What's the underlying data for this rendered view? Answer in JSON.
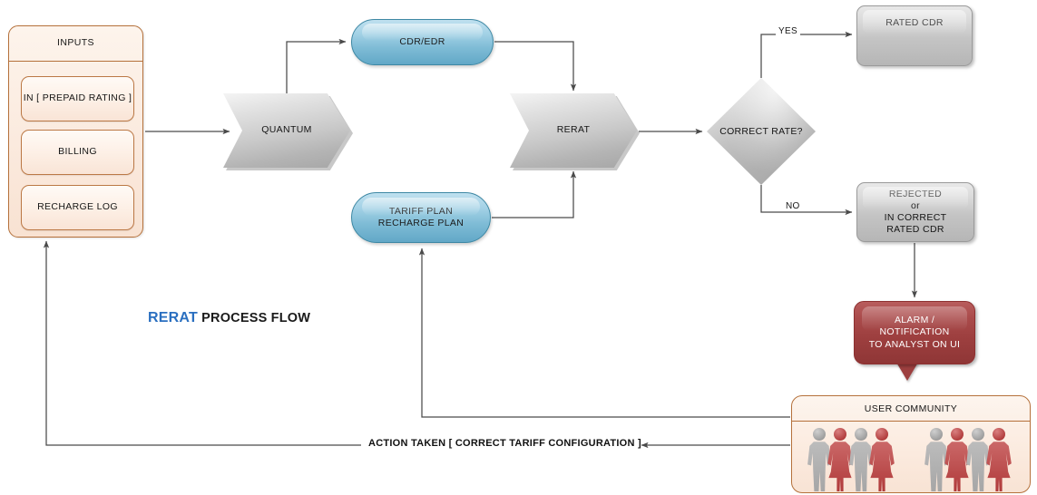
{
  "diagram": {
    "title_accent": "RERAT",
    "title_rest": " PROCESS FLOW",
    "action_text": "ACTION TAKEN [ CORRECT TARIFF CONFIGURATION ]"
  },
  "inputs_panel": {
    "title": "INPUTS",
    "items": [
      {
        "label": "IN [ PREPAID RATING ]"
      },
      {
        "label": "BILLING"
      },
      {
        "label": "RECHARGE LOG"
      }
    ]
  },
  "nodes": {
    "quantum": {
      "label": "QUANTUM"
    },
    "cdr_edr": {
      "label": "CDR/EDR"
    },
    "tariff_plan": {
      "line1": "TARIFF PLAN",
      "line2": "RECHARGE PLAN"
    },
    "rerat": {
      "label": "RERAT"
    },
    "decision": {
      "label": "CORRECT RATE?"
    },
    "rated_cdr": {
      "label": "RATED CDR"
    },
    "rejected_cdr": {
      "line1": "REJECTED",
      "line2": "or",
      "line3": "IN CORRECT",
      "line4": "RATED CDR"
    },
    "alarm": {
      "line1": "ALARM /",
      "line2": "NOTIFICATION",
      "line3": "TO ANALYST ON UI"
    }
  },
  "user_community": {
    "title": "USER COMMUNITY",
    "groups": [
      {
        "people": [
          "male",
          "female",
          "male",
          "female"
        ]
      },
      {
        "people": [
          "male",
          "female",
          "male",
          "female"
        ]
      }
    ]
  },
  "edge_labels": {
    "yes": "YES",
    "no": "NO"
  },
  "colors": {
    "accent_blue": "#2a6fc0",
    "node_blue": "#7fbcd6",
    "alarm_red": "#9d3f3f",
    "panel_border_brown": "#b5713b",
    "gray_node": "#c4c4c4",
    "edge_stroke": "#4a4a4a"
  }
}
